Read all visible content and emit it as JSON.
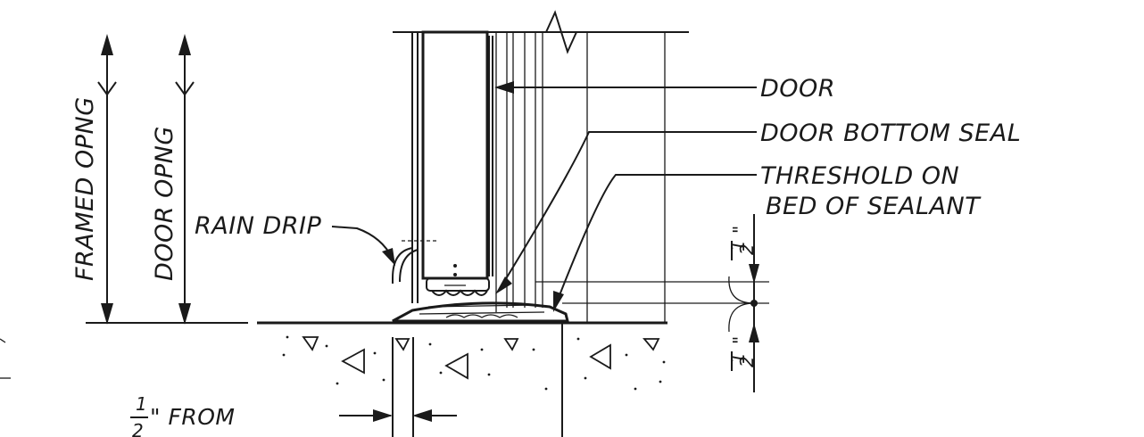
{
  "labels": {
    "framed_opening": "FRAMED OPNG",
    "door_opening": "DOOR OPNG",
    "rain_drip": "RAIN DRIP",
    "door": "DOOR",
    "door_bottom_seal": "DOOR BOTTOM SEAL",
    "threshold_line1": "THRESHOLD ON",
    "threshold_line2": "BED OF SEALANT",
    "dim_upper_num": "1",
    "dim_upper_den": "2",
    "dim_upper_unit": "\"",
    "dim_lower_num": "1",
    "dim_lower_den": "2",
    "dim_lower_unit": "\"",
    "bottom_note_num": "1",
    "bottom_note_den": "2",
    "bottom_note_text": "\" FROM"
  }
}
